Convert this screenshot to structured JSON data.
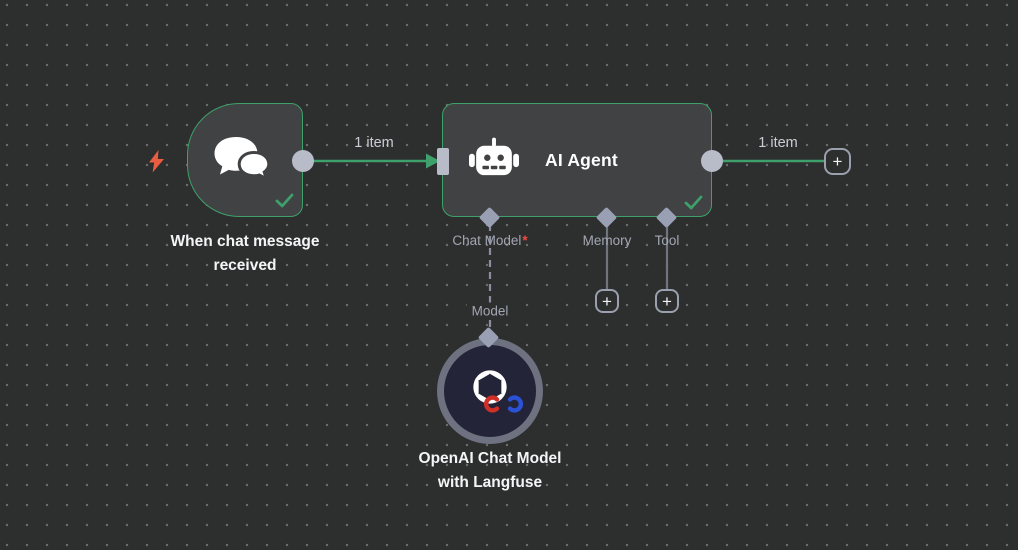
{
  "workflow": {
    "trigger_node": {
      "name_line1": "When chat message",
      "name_line2": "received",
      "icon": "chat-bubbles-icon",
      "status": "success"
    },
    "agent_node": {
      "title": "AI Agent",
      "icon": "robot-icon",
      "status": "success",
      "chat_model_port": "Chat Model",
      "required_marker": "*",
      "memory_port": "Memory",
      "tool_port": "Tool"
    },
    "model_node": {
      "name_line1": "OpenAI Chat Model",
      "name_line2": "with Langfuse",
      "icon": "openai-logo-icon",
      "overlay_icon": "langfuse-links-icon",
      "link_label": "Model"
    },
    "connection_in_label": "1 item",
    "connection_out_label": "1 item",
    "plus_glyph": "+"
  },
  "colors": {
    "canvas_bg": "#2d2e2e",
    "grid_dot": "#6d6d6d",
    "node_bg": "#414244",
    "success_green": "#3ea06b",
    "endpoint_gray": "#b8bcc9",
    "diamond_gray": "#9aa0b4",
    "port_line_gray": "#70747f",
    "dashed_line_gray": "#8a8ea0",
    "label_gray": "#a2a7b2",
    "item_label_gray": "#cbcdd5",
    "node_label_white": "#f4f5f6",
    "trigger_bolt_orange": "#e95e41",
    "required_red": "#ef4b3f",
    "ring_gray": "#6e7280",
    "round_node_bg": "#242438",
    "langfuse_red": "#cf2f26",
    "langfuse_blue": "#2b52d4"
  }
}
